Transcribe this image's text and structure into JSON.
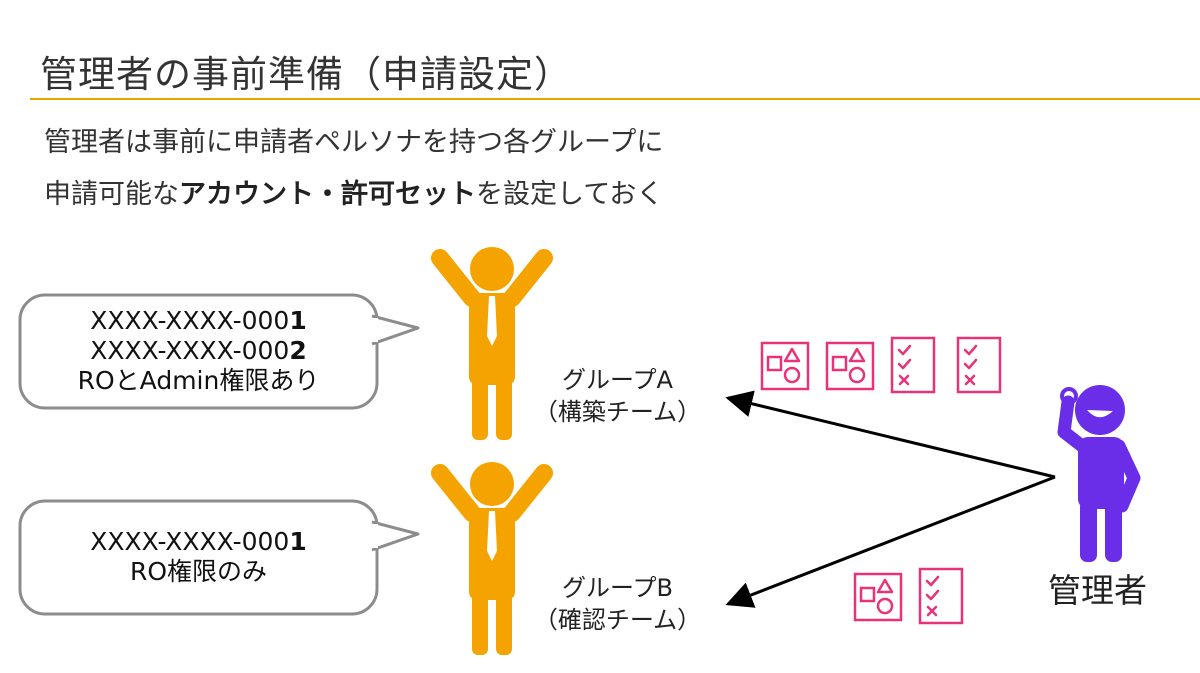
{
  "header": {
    "title": "管理者の事前準備（申請設定）"
  },
  "subtitle": {
    "line1": "管理者は事前に申請者ペルソナを持つ各グループに",
    "line2_prefix": "申請可能な",
    "line2_bold": "アカウント・許可セット",
    "line2_suffix": "を設定しておく"
  },
  "group_a": {
    "callout": {
      "account1_prefix": "XXXX-XXXX-000",
      "account1_bold": "1",
      "account2_prefix": "XXXX-XXXX-000",
      "account2_bold": "2",
      "permissions": "ROとAdmin権限あり"
    },
    "name": "グループA",
    "team": "（構築チーム）"
  },
  "group_b": {
    "callout": {
      "account1_prefix": "XXXX-XXXX-000",
      "account1_bold": "1",
      "permissions": "RO権限のみ"
    },
    "name": "グループB",
    "team": "（確認チーム）"
  },
  "admin": {
    "label": "管理者"
  },
  "icons": {
    "group_a": [
      "shapes-icon",
      "shapes-icon",
      "checklist-icon",
      "checklist-icon"
    ],
    "group_b": [
      "shapes-icon",
      "checklist-icon"
    ]
  },
  "colors": {
    "accent_rule": "#f2a200",
    "user_figure": "#f5a300",
    "admin_figure": "#6b2ee8",
    "icon_pink": "#e8337a",
    "callout_border": "#8c8c8c",
    "arrow": "#000000"
  }
}
